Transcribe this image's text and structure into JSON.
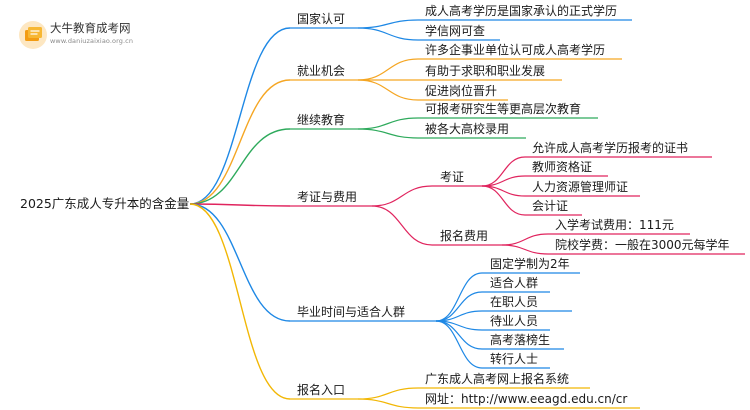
{
  "logo": {
    "title": "大牛教育成考网",
    "subtitle": "www.daniuzaixiao.org.cn"
  },
  "root": "2025广东成人专升本的含金量",
  "colors": {
    "blue": "#1e88e5",
    "orange": "#f5a623",
    "green": "#2eaa5c",
    "crimson": "#e0245e",
    "gold": "#f2b705"
  },
  "branches": {
    "b1": {
      "label": "国家认可",
      "items": [
        "成人高考学历是国家承认的正式学历",
        "学信网可查"
      ]
    },
    "b2": {
      "label": "就业机会",
      "items": [
        "许多企事业单位认可成人高考学历",
        "有助于求职和职业发展",
        "促进岗位晋升"
      ]
    },
    "b3": {
      "label": "继续教育",
      "items": [
        "可报考研究生等更高层次教育",
        "被各大高校录用"
      ]
    },
    "b4": {
      "label": "考证与费用",
      "sub1": {
        "label": "考证",
        "items": [
          "允许成人高考学历报考的证书",
          "教师资格证",
          "人力资源管理师证",
          "会计证"
        ]
      },
      "sub2": {
        "label": "报名费用",
        "items": [
          "入学考试费用：111元",
          "院校学费：一般在3000元每学年"
        ]
      }
    },
    "b5": {
      "label": "毕业时间与适合人群",
      "items": [
        "固定学制为2年",
        "适合人群",
        "在职人员",
        "待业人员",
        "高考落榜生",
        "转行人士"
      ]
    },
    "b6": {
      "label": "报名入口",
      "items": [
        "广东成人高考网上报名系统",
        "网址：http://www.eeagd.edu.cn/cr"
      ]
    }
  }
}
